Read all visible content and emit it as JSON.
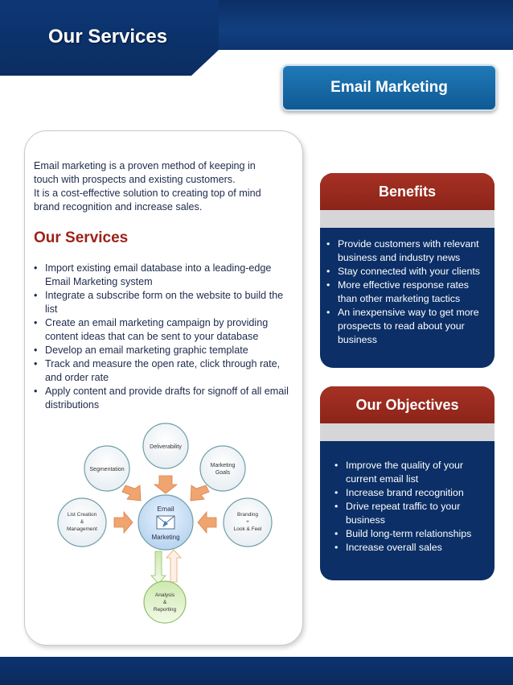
{
  "header": {
    "title": "Our Services"
  },
  "email_button": {
    "label": "Email Marketing"
  },
  "intro": {
    "line1": "Email marketing is a proven method of keeping in",
    "line2": "touch with prospects and existing customers.",
    "line3": "It is a cost-effective solution to creating top of mind",
    "line4": "brand recognition and increase sales."
  },
  "services": {
    "heading": "Our Services",
    "items": [
      "Import existing email database into a leading-edge Email Marketing system",
      "Integrate a subscribe form on the website to build the list",
      "Create an email marketing campaign by providing content ideas that can be sent to your database",
      "Develop an email marketing graphic template",
      "Track and measure the open rate, click through rate, and order rate",
      "Apply content and provide drafts for signoff of all email distributions"
    ]
  },
  "diagram": {
    "center_top": "Email",
    "center_bottom": "Marketing",
    "nodes": {
      "deliverability": "Deliverability",
      "segmentation": "Segmentation",
      "goals_1": "Marketing",
      "goals_2": "Goals",
      "list_1": "List Creation",
      "list_2": "&",
      "list_3": "Management",
      "brand_1": "Branding",
      "brand_2": "+",
      "brand_3": "Look & Feel",
      "analysis_1": "Analysis",
      "analysis_2": "&",
      "analysis_3": "Reporting"
    }
  },
  "benefits": {
    "heading": "Benefits",
    "items": [
      "Provide customers with relevant business and industry news",
      "Stay connected with your clients",
      "More effective response rates than other marketing tactics",
      "An inexpensive way to get more prospects to read about your business"
    ]
  },
  "objectives": {
    "heading": "Our Objectives",
    "items": [
      "Improve the quality of your current email list",
      "Increase brand recognition",
      "Drive repeat traffic to your business",
      "Build long-term relationships",
      "Increase overall sales"
    ]
  },
  "colors": {
    "navy": "#0b2f66",
    "red": "#9c2218",
    "blue": "#1a6fae"
  }
}
